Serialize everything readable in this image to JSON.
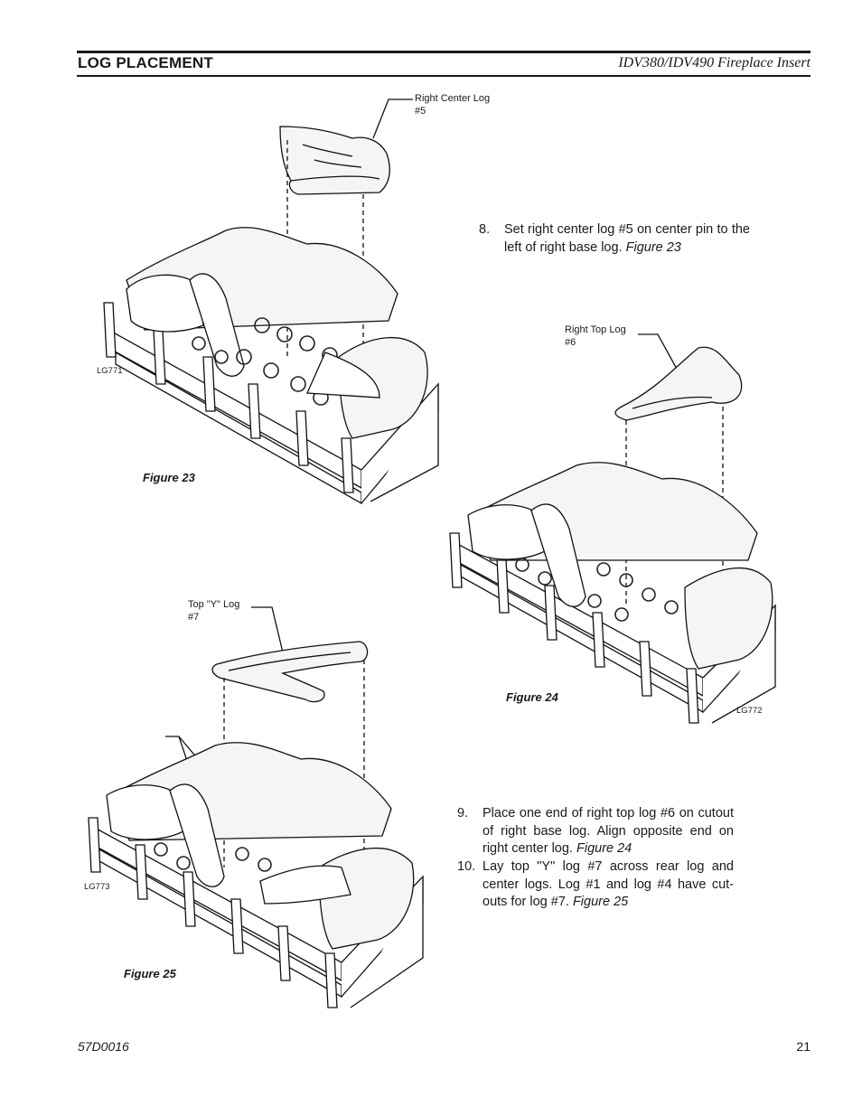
{
  "header": {
    "section_title": "LOG PLACEMENT",
    "doc_title": "IDV380/IDV490 Fireplace Insert"
  },
  "figures": [
    {
      "caption": "Figure 23",
      "code": "LG771",
      "callout": [
        "Right Center Log",
        "#5"
      ]
    },
    {
      "caption": "Figure 24",
      "code": "LG772",
      "callout": [
        "Right Top Log",
        "#6"
      ]
    },
    {
      "caption": "Figure 25",
      "code": "LG773",
      "callout": [
        "Top \"Y\" Log",
        "#7"
      ]
    }
  ],
  "steps": [
    {
      "num": "8.",
      "text": "Set right center log #5 on center pin to the left of right base log.",
      "ref": "Figure 23"
    },
    {
      "num": "9.",
      "text": "Place one end of right top log #6 on cutout of right base log. Align opposite end on right center log.",
      "ref": "Figure 24"
    },
    {
      "num": "10.",
      "text": "Lay top \"Y\" log #7 across rear log and center logs. Log #1 and log #4 have cut-outs for log #7.",
      "ref": "Figure 25"
    }
  ],
  "footer": {
    "doc_number": "57D0016",
    "page_number": "21"
  }
}
